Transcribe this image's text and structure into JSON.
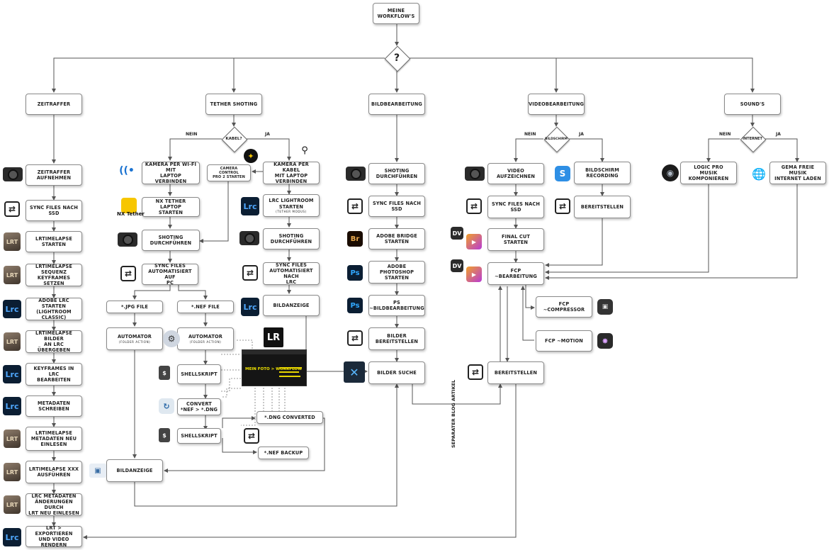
{
  "title": {
    "line1": "Meine",
    "line2": "Workflow's"
  },
  "root_decision": "?",
  "categories": {
    "zeitraffer": "Zeitraffer",
    "tether": "Tether Shoting",
    "bild": "Bildbearbeitung",
    "video": "Videobearbeitung",
    "sound": "Sound's"
  },
  "decisions": {
    "kabel": "Kabel?",
    "bildschirm": "Bildschirm",
    "internet": "Internet",
    "nein": "Nein",
    "ja": "Ja"
  },
  "zeitraffer": {
    "aufnehmen": {
      "l1": "Zeitraffer",
      "l2": "aufnehmen"
    },
    "sync": "Sync Files nach SSD",
    "lrt_start": "LRTimelapse starten",
    "lrt_seq": {
      "l1": "LRTimelapse Sequenz",
      "l2": "Keyframes setzen"
    },
    "lrc_start": {
      "l1": "Adobe LrC starten",
      "l2": "(Lightroom Classic)"
    },
    "lrt_bilder": {
      "l1": "LRTimelapse Bilder",
      "l2": "an LrC übergeben"
    },
    "keyframes": {
      "l1": "Keyframes in LrC",
      "l2": "bearbeiten"
    },
    "metadaten": "Metadaten schreiben",
    "lrt_meta": {
      "l1": "LRTimelapse",
      "l2": "Metadaten neu",
      "l3": "einlesen"
    },
    "lrt_xxx": {
      "l1": "LRTimelapse XXX",
      "l2": "ausführen"
    },
    "lrc_meta": {
      "l1": "LrC Metadaten",
      "l2": "Änderungen durch",
      "l3": "LRT neu einlesen"
    },
    "export": {
      "l1": "LRT > Exportieren",
      "l2": "und Video rendern"
    }
  },
  "tether": {
    "wifi": {
      "l1": "Kamera per Wi-Fi mit",
      "l2": "Laptop verbinden"
    },
    "ccp": {
      "l1": "Camera Control",
      "l2": "Pro 2 starten"
    },
    "kabel": {
      "l1": "Kamera per Kabel",
      "l2": "mit Laptop",
      "l3": "verbinden"
    },
    "nx": {
      "l1": "NX Tether Laptop",
      "l2": "starten"
    },
    "lrc_lr": {
      "l1": "LrC Lightroom",
      "l2": "starten",
      "l3": "(Tether Modus)"
    },
    "shoting_l": {
      "l1": "Shoting",
      "l2": "durchführen"
    },
    "shoting_r": {
      "l1": "Shoting",
      "l2": "durchführen"
    },
    "sync_pc": {
      "l1": "Sync Files",
      "l2": "automatisiert auf",
      "l3": "PC"
    },
    "sync_lrc": {
      "l1": "Sync Files",
      "l2": "automatisiert nach",
      "l3": "LrC"
    },
    "jpg": "*.JPG File",
    "nef": "*.NEF File",
    "bildanzeige_r": "Bildanzeige",
    "automator1": {
      "l1": "Automator",
      "l2": "(Folder Action)"
    },
    "automator2": {
      "l1": "Automator",
      "l2": "(Folder Action)"
    },
    "shellskript1": "Shellskript",
    "convert": {
      "l1": "Convert",
      "l2": "*NEF > *.DNG"
    },
    "shellskript2": "Shellskript",
    "dng": "*.DNG converted",
    "nef_backup": "*.NEF Backup",
    "bildanzeige_l": "Bildanzeige",
    "preview_title": "MEIN FOTO > WORKFLOW"
  },
  "bild": {
    "shoting": {
      "l1": "Shoting",
      "l2": "durchführen"
    },
    "sync": "Sync Files nach SSD",
    "bridge": {
      "l1": "Adobe Bridge",
      "l2": "starten"
    },
    "photoshop": {
      "l1": "Adobe Photoshop",
      "l2": "starten"
    },
    "ps_bearb": "PS ~Bildbearbeitung",
    "bereitstellen": "Bilder bereitstellen",
    "suche": "Bilder Suche"
  },
  "video": {
    "aufzeichnen": "Video aufzeichnen",
    "sync": "Sync Files nach SSD",
    "finalcut": {
      "l1": "Final Cut",
      "l2": "starten"
    },
    "fcp_bearb": "FCP ~Bearbeitung",
    "bildschirm": {
      "l1": "Bildschirm",
      "l2": "Recording"
    },
    "bereitstellen1": "Bereitstellen",
    "compressor": "FCP ~Compressor",
    "motion": "FCP ~Motion",
    "bereitstellen2": "Bereitstellen"
  },
  "sound": {
    "logic": {
      "l1": "Logic Pro",
      "l2": "Musik komponieren"
    },
    "gema": {
      "l1": "GEMA freie Musik",
      "l2": "Internet laden"
    }
  },
  "icons": {
    "lrc": "Lrc",
    "ps": "Ps",
    "br": "Br",
    "lr": "LR",
    "nx": "NX Tether",
    "lrt": "LRT",
    "sync": "⇄",
    "shell": "$",
    "wifi": "((•",
    "auto": "⚙",
    "conv": "↻",
    "prev": "▣",
    "ccp": "✦",
    "usb": "⚲",
    "dv": "DV",
    "fcp": "▶",
    "comp": "▣",
    "motion": "✸",
    "s": "S",
    "logic": "◉",
    "gema": "🌐",
    "pxm": "✕"
  },
  "side_note": "Separater Blog Artikel",
  "colors": {
    "line": "#555555",
    "box_border": "#8a8a8a",
    "accent_yellow": "#f2e500"
  }
}
